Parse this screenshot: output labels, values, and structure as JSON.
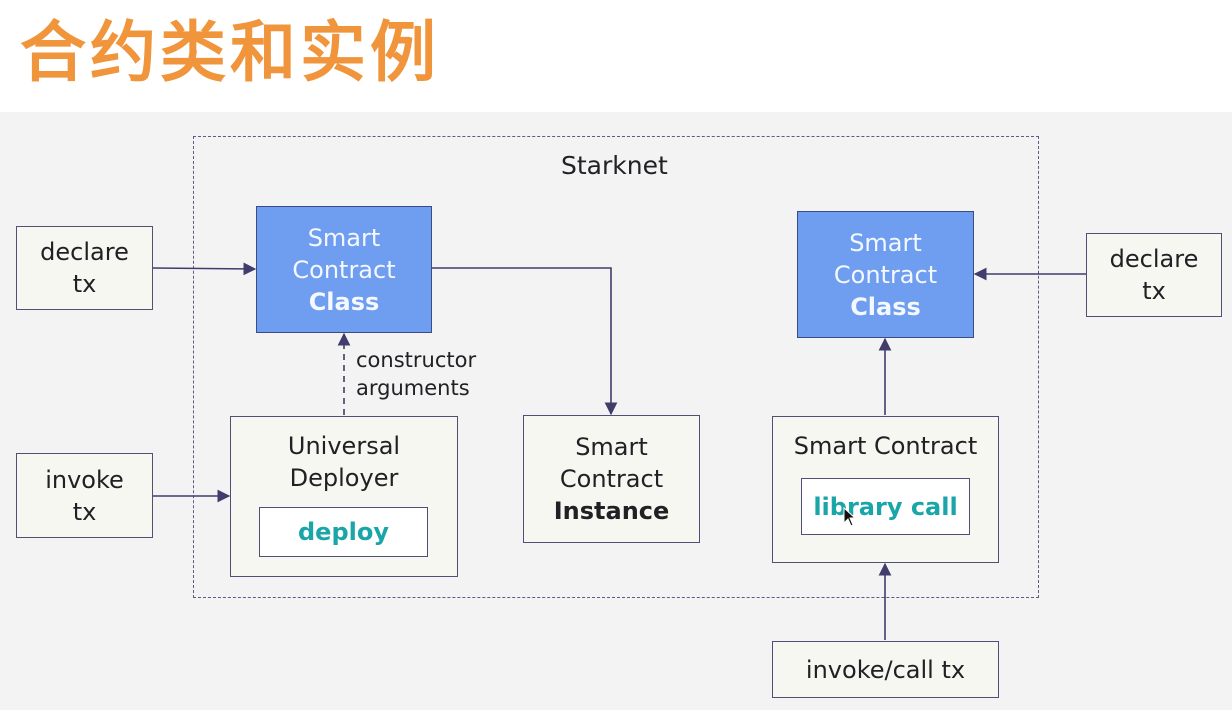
{
  "title": "合约类和实例",
  "frame_label": "Starknet",
  "left_class": {
    "line1": "Smart",
    "line2": "Contract",
    "line3": "Class"
  },
  "left_declare": {
    "line1": "declare",
    "line2": "tx"
  },
  "constructor_note": {
    "line1": "constructor",
    "line2": "arguments"
  },
  "deployer": {
    "line1": "Universal",
    "line2": "Deployer",
    "button": "deploy"
  },
  "left_invoke": {
    "line1": "invoke",
    "line2": "tx"
  },
  "instance": {
    "line1": "Smart",
    "line2": "Contract",
    "line3": "Instance"
  },
  "right_class": {
    "line1": "Smart",
    "line2": "Contract",
    "line3": "Class"
  },
  "right_declare": {
    "line1": "declare",
    "line2": "tx"
  },
  "right_contract": {
    "title": "Smart Contract",
    "button": "library call"
  },
  "bottom_invoke": {
    "label": "invoke/call tx"
  },
  "colors": {
    "title": "#f0953b",
    "class_fill": "#6f9df0",
    "box_fill": "#f7f7f2",
    "border": "#514f75",
    "accent_text": "#1aa5a8",
    "canvas": "#f3f3f3"
  }
}
